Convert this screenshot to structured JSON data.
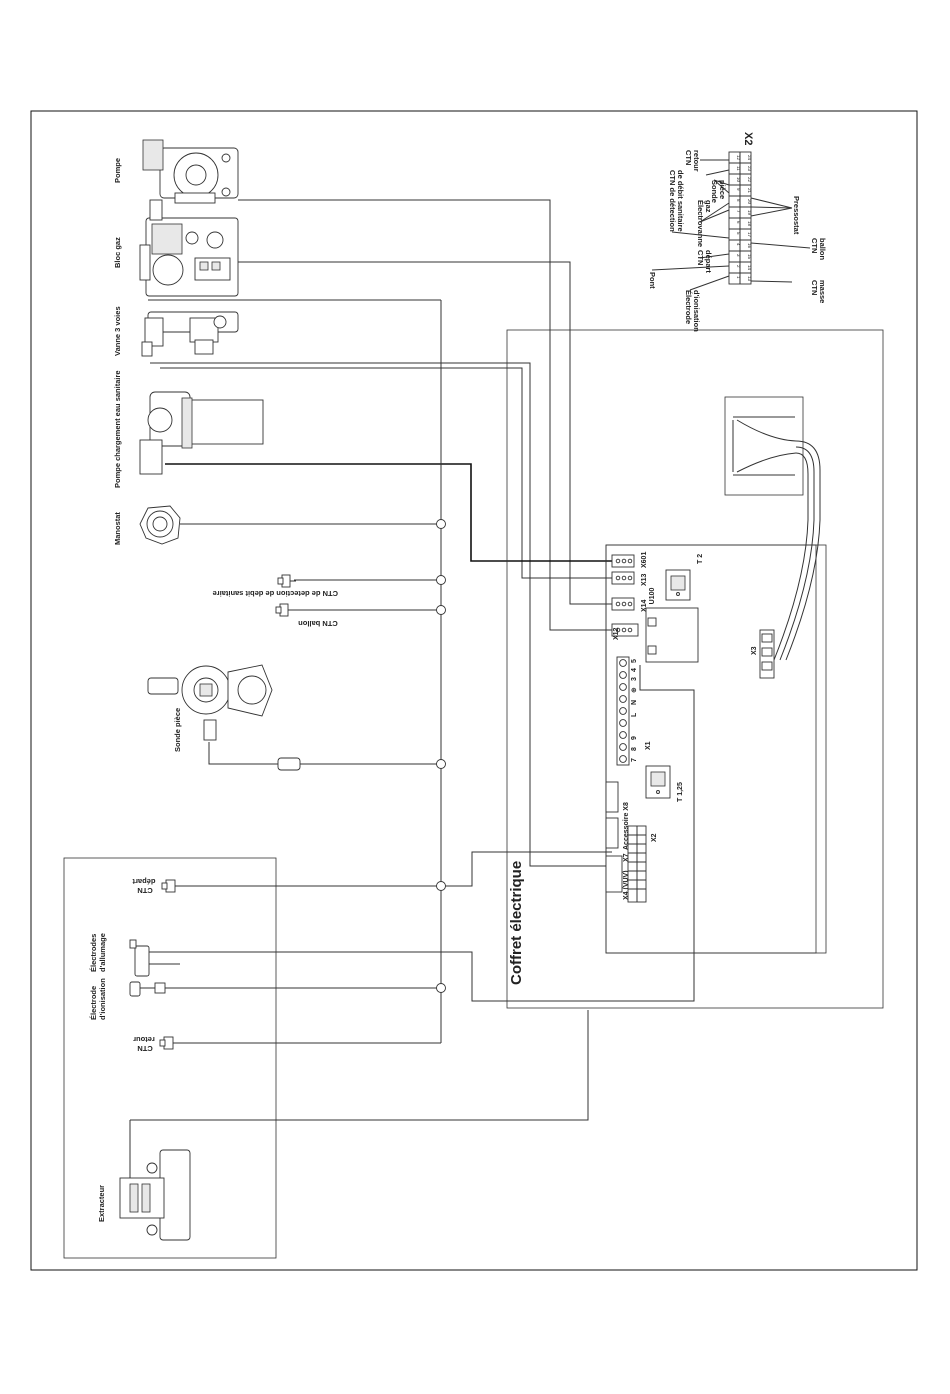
{
  "components": {
    "pompe": "Pompe",
    "bloc_gaz": "Bloc gaz",
    "vanne_3_voies": "Vanne 3 voies",
    "pompe_chargement": "Pompe chargement eau sanitaire",
    "manostat": "Manostat",
    "ctn_detection": "CTN de detection de debit sanitaire",
    "ctn_ballon": "CTN ballon",
    "sonde_piece": "Sonde pièce",
    "ctn_depart_l1": "CTN",
    "ctn_depart_l2": "départ",
    "electrodes_allumage_l1": "Électrodes",
    "electrodes_allumage_l2": "d'allumage",
    "electrode_ionisation_l1": "Électrode",
    "electrode_ionisation_l2": "d'ionisation",
    "ctn_retour_l1": "CTN",
    "ctn_retour_l2": "retour",
    "extracteur": "Extracteur"
  },
  "coffret": {
    "title": "Coffret électrique",
    "connectors": {
      "x601": "X601",
      "x13": "X13",
      "x14": "X14",
      "x12": "X12",
      "u100": "U100",
      "t2": "T 2",
      "x1": "X1",
      "t125": "T 1,25",
      "x8": "Accessoire X8",
      "x7": "X7",
      "x4": "X4 (VUV)",
      "x2": "X2",
      "x3": "X3"
    },
    "x1_terminals": [
      "7",
      "8",
      "9",
      "L",
      "N",
      "⊕",
      "3",
      "4",
      "5"
    ]
  },
  "x2_legend": {
    "title": "X2",
    "pins": [
      "24",
      "12",
      "11",
      "23",
      "10",
      "22",
      "9",
      "21",
      "8",
      "20",
      "7",
      "19",
      "6",
      "18",
      "5",
      "17",
      "4",
      "16",
      "3",
      "15",
      "2",
      "14",
      "1",
      "13"
    ],
    "labels": {
      "ctn_retour_l1": "CTN",
      "ctn_retour_l2": "retour",
      "ctn_detection_l1": "CTN de détection",
      "ctn_detection_l2": "de débit sanitaire",
      "electrovanne_l1": "Électrovanne",
      "electrovanne_l2": "gaz",
      "sonde_piece_l1": "Sonde",
      "sonde_piece_l2": "pièce",
      "pressostat": "Pressostat",
      "ctn_ballon_l1": "CTN",
      "ctn_ballon_l2": "ballon",
      "ctn_depart_l1": "CTN",
      "ctn_depart_l2": "départ",
      "pont": "Pont",
      "electrode_ionisation_l1": "Électrode",
      "electrode_ionisation_l2": "d'ionisation",
      "ctn_masse_l1": "CTN",
      "ctn_masse_l2": "masse"
    }
  }
}
